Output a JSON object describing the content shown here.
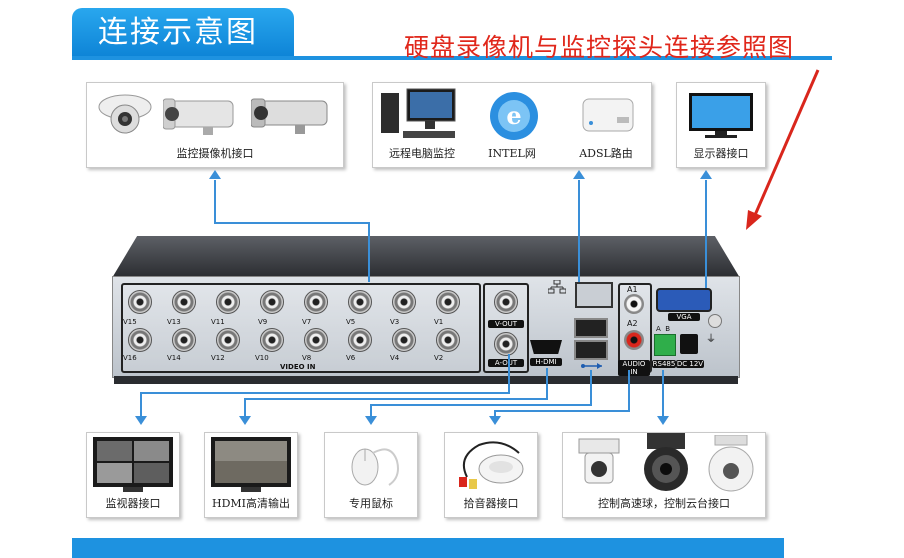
{
  "header": {
    "title": "连接示意图",
    "subtitle": "硬盘录像机与监控探头连接参照图"
  },
  "top_boxes": {
    "cameras": {
      "label": "监控摄像机接口"
    },
    "network": {
      "items": [
        {
          "label": "远程电脑监控",
          "icon": "computer-icon"
        },
        {
          "label": "INTEL网",
          "icon": "internet-explorer-icon"
        },
        {
          "label": "ADSL路由",
          "icon": "router-icon"
        }
      ]
    },
    "display": {
      "label": "显示器接口"
    }
  },
  "bottom_boxes": [
    {
      "label": "监视器接口",
      "icon": "monitor-icon"
    },
    {
      "label": "HDMI高清输出",
      "icon": "hdmi-screen-icon"
    },
    {
      "label": "专用鼠标",
      "icon": "mouse-icon"
    },
    {
      "label": "拾音器接口",
      "icon": "microphone-pickup-icon"
    },
    {
      "label": "控制高速球，控制云台接口",
      "icon": "ptz-camera-icon"
    }
  ],
  "dvr": {
    "video_top": [
      "V15",
      "V13",
      "V11",
      "V9",
      "V7",
      "V5",
      "V3",
      "V1"
    ],
    "video_bottom": [
      "V16",
      "V14",
      "V12",
      "V10",
      "V8",
      "V6",
      "V4",
      "V2"
    ],
    "video_in": "VIDEO IN",
    "v_out": "V-OUT",
    "a_out": "A-OUT",
    "hdmi": "H-DMI",
    "a1": "A1",
    "a2": "A2",
    "audio_in": "AUDIO IN",
    "ab": "A  B",
    "rs485": "RS485",
    "dc": "DC 12V",
    "vga": "VGA"
  },
  "colors": {
    "accent": "#1e92e0",
    "subtitle": "#e0271b",
    "wire": "#3a8fd8"
  }
}
